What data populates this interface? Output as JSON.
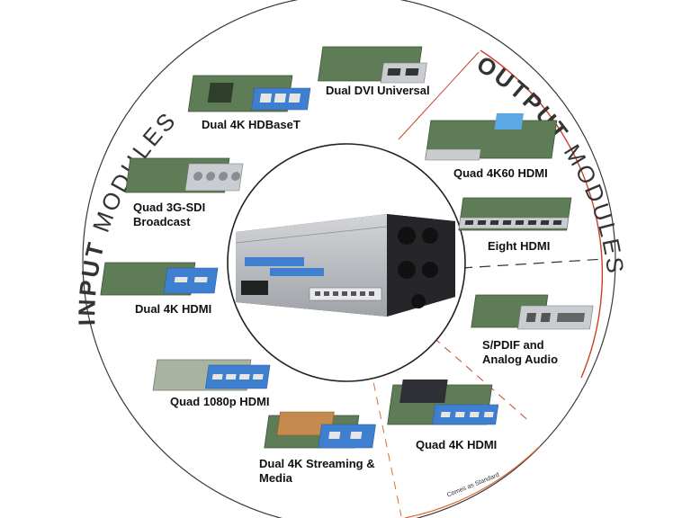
{
  "ring_titles": {
    "input_strong": "INPUT",
    "input_rest": " MODULES",
    "output_strong": "OUTPUT",
    "output_rest": " MODULES"
  },
  "input_modules": [
    {
      "label": "Dual DVI Universal"
    },
    {
      "label": "Dual 4K HDBaseT"
    },
    {
      "label": "Quad 3G-SDI Broadcast"
    },
    {
      "label": "Dual 4K HDMI"
    },
    {
      "label": "Quad 1080p HDMI"
    },
    {
      "label": "Dual 4K Streaming & Media"
    }
  ],
  "output_modules": [
    {
      "label": "Quad 4K60 HDMI"
    },
    {
      "label": "Eight HDMI"
    },
    {
      "label": "S/PDIF and Analog Audio"
    },
    {
      "label": "Quad 4K HDMI"
    }
  ],
  "standard_note": "Comes as Standard",
  "colors": {
    "ring": "#3a3a3a",
    "divider_red": "#c8412b",
    "divider_orange": "#e06a2a",
    "divider_dark": "#333333",
    "board_green": "#5e7c55",
    "bracket_blue": "#3f7fd0",
    "bracket_silver": "#c9ccd0",
    "chassis": "#2b2b2e"
  }
}
